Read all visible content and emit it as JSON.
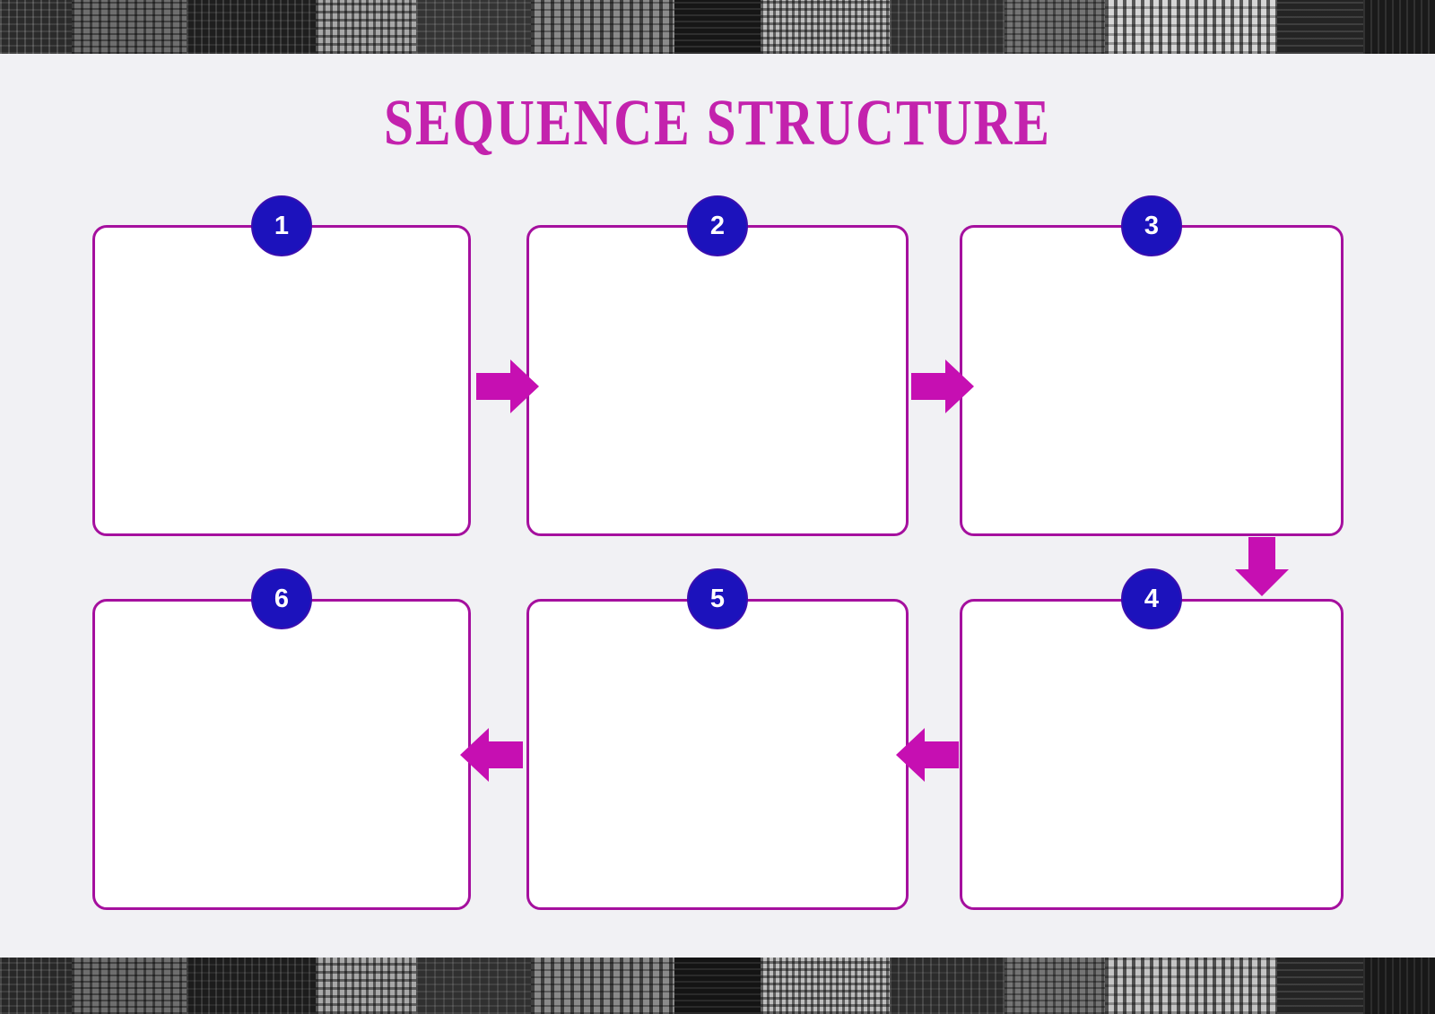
{
  "title": "SEQUENCE STRUCTURE",
  "diagram": {
    "steps": [
      {
        "number": "1"
      },
      {
        "number": "2"
      },
      {
        "number": "3"
      },
      {
        "number": "4"
      },
      {
        "number": "5"
      },
      {
        "number": "6"
      }
    ],
    "arrows": [
      {
        "direction": "right",
        "between": "1-2"
      },
      {
        "direction": "right",
        "between": "2-3"
      },
      {
        "direction": "down",
        "between": "3-4"
      },
      {
        "direction": "left",
        "between": "4-5"
      },
      {
        "direction": "left",
        "between": "5-6"
      }
    ]
  },
  "colors": {
    "title": "#c322ad",
    "box_border": "#a5109e",
    "arrow": "#c60fb2",
    "circle": "#1c12bc",
    "background": "#f1f1f4",
    "box_fill": "#ffffff"
  }
}
